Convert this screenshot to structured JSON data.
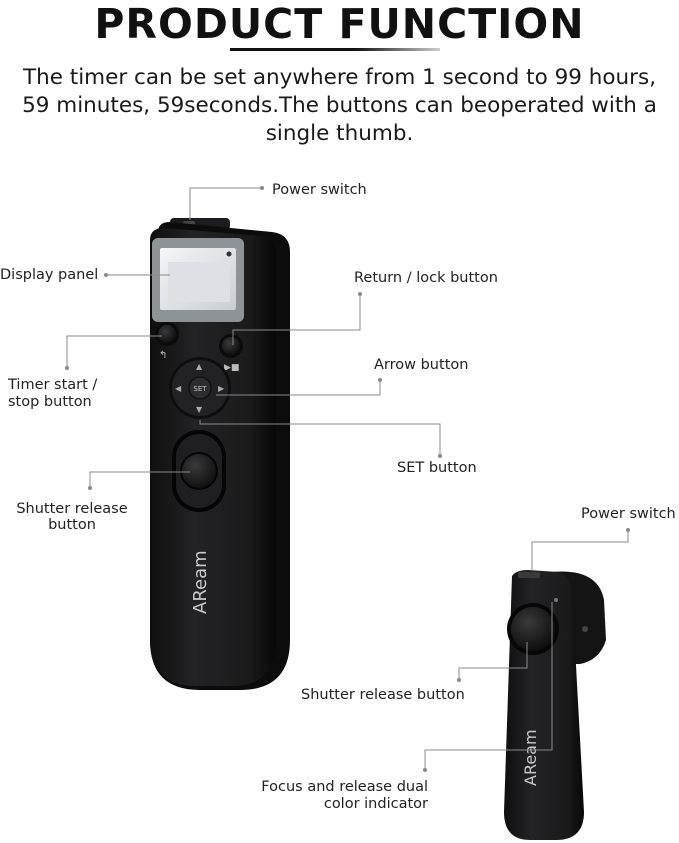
{
  "header": {
    "title": "PRODUCT FUNCTION",
    "description": "The timer can be set anywhere from 1 second to 99 hours, 59 minutes, 59seconds.The buttons can beoperated with a single thumb."
  },
  "remote_labels": {
    "power_switch": "Power switch",
    "display_panel": "Display panel",
    "return_lock_button": "Return / lock button",
    "timer_start_stop_line1": "Timer start /",
    "timer_start_stop_line2": "stop button",
    "arrow_button": "Arrow button",
    "set_button": "SET button",
    "shutter_release_line1": "Shutter release",
    "shutter_release_line2": "button"
  },
  "receiver_labels": {
    "power_switch": "Power switch",
    "shutter_release_button": "Shutter release button",
    "indicator_line1": "Focus and release dual",
    "indicator_line2": "color indicator"
  },
  "device": {
    "brand": "AReam",
    "set_key": "SET"
  },
  "colors": {
    "body": "#1b1b1d",
    "leader_line": "#8a8a8a"
  }
}
